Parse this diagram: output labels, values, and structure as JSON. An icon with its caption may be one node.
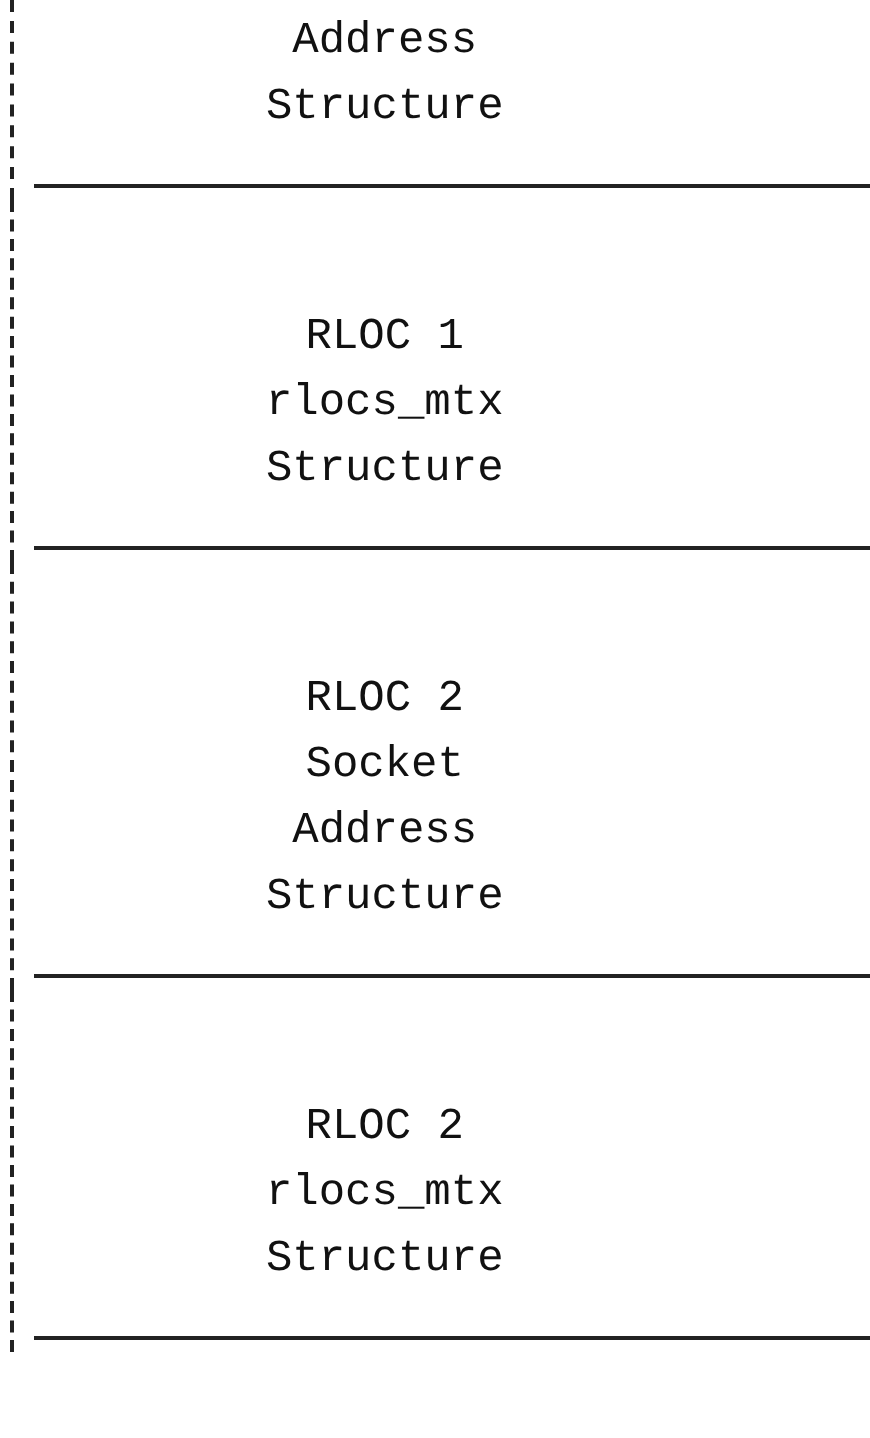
{
  "diagram": {
    "nodes": [
      {
        "text": [
          "Address Structure"
        ]
      },
      {
        "text": [
          "RLOC 1 rlocs_mtx Structure"
        ]
      },
      {
        "text": [
          "RLOC 2 Socket Address Structure"
        ]
      },
      {
        "text": [
          "RLOC 2 rlocs_mtx Structure"
        ]
      }
    ]
  }
}
